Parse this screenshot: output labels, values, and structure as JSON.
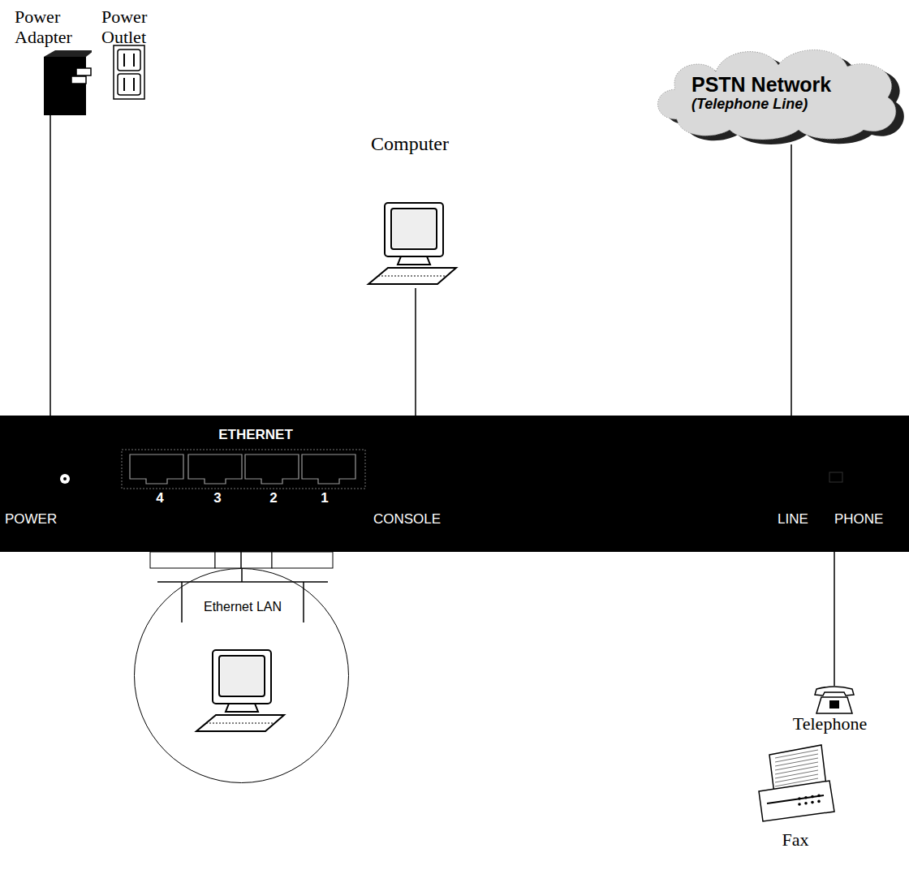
{
  "diagram": {
    "nodes": [
      {
        "text": [
          "Power Adapter"
        ]
      },
      {
        "text": [
          "Computer"
        ]
      },
      {
        "text": [
          "PSTN Network",
          "(Telephone Line)"
        ]
      },
      {
        "text": [
          "ETHERNET",
          "POWER",
          "4",
          "3",
          "2",
          "1",
          "CONSOLE",
          "LINE",
          "PHONE"
        ]
      },
      {
        "text": [
          "Ethernet LAN"
        ]
      },
      {
        "text": [
          "Telephone"
        ]
      }
    ],
    "edges": [
      {
        "from": 0,
        "to": 3,
        "arrow": "none"
      },
      {
        "from": 1,
        "to": 3,
        "arrow": "none"
      },
      {
        "from": 2,
        "to": 3,
        "arrow": "none"
      },
      {
        "from": 3,
        "to": 4,
        "arrow": "none"
      },
      {
        "from": 3,
        "to": 5,
        "arrow": "none"
      }
    ],
    "labels": [
      "Power Outlet",
      "Fax"
    ]
  }
}
